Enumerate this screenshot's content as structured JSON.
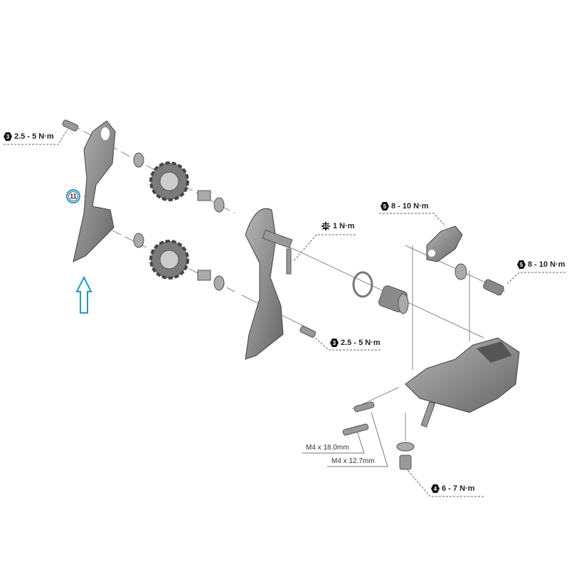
{
  "torque_labels": [
    {
      "badge": "3",
      "text": "2.5 - 5 N·m"
    },
    {
      "badge": "10",
      "text": "1 N·m"
    },
    {
      "badge": "5",
      "text": "8 - 10 N·m"
    },
    {
      "badge": "5",
      "text": "8 - 10 N·m"
    },
    {
      "badge": "3",
      "text": "2.5 - 5 N·m"
    },
    {
      "badge": "4",
      "text": "6 - 7 N·m"
    }
  ],
  "bolt_labels": [
    "M4 x 18.0mm",
    "M4 x 12.7mm"
  ],
  "callout": {
    "number": "11"
  },
  "colors": {
    "highlight": "#1a9bd7",
    "part": "#8a8a8a",
    "part_dark": "#5a5a5a"
  }
}
